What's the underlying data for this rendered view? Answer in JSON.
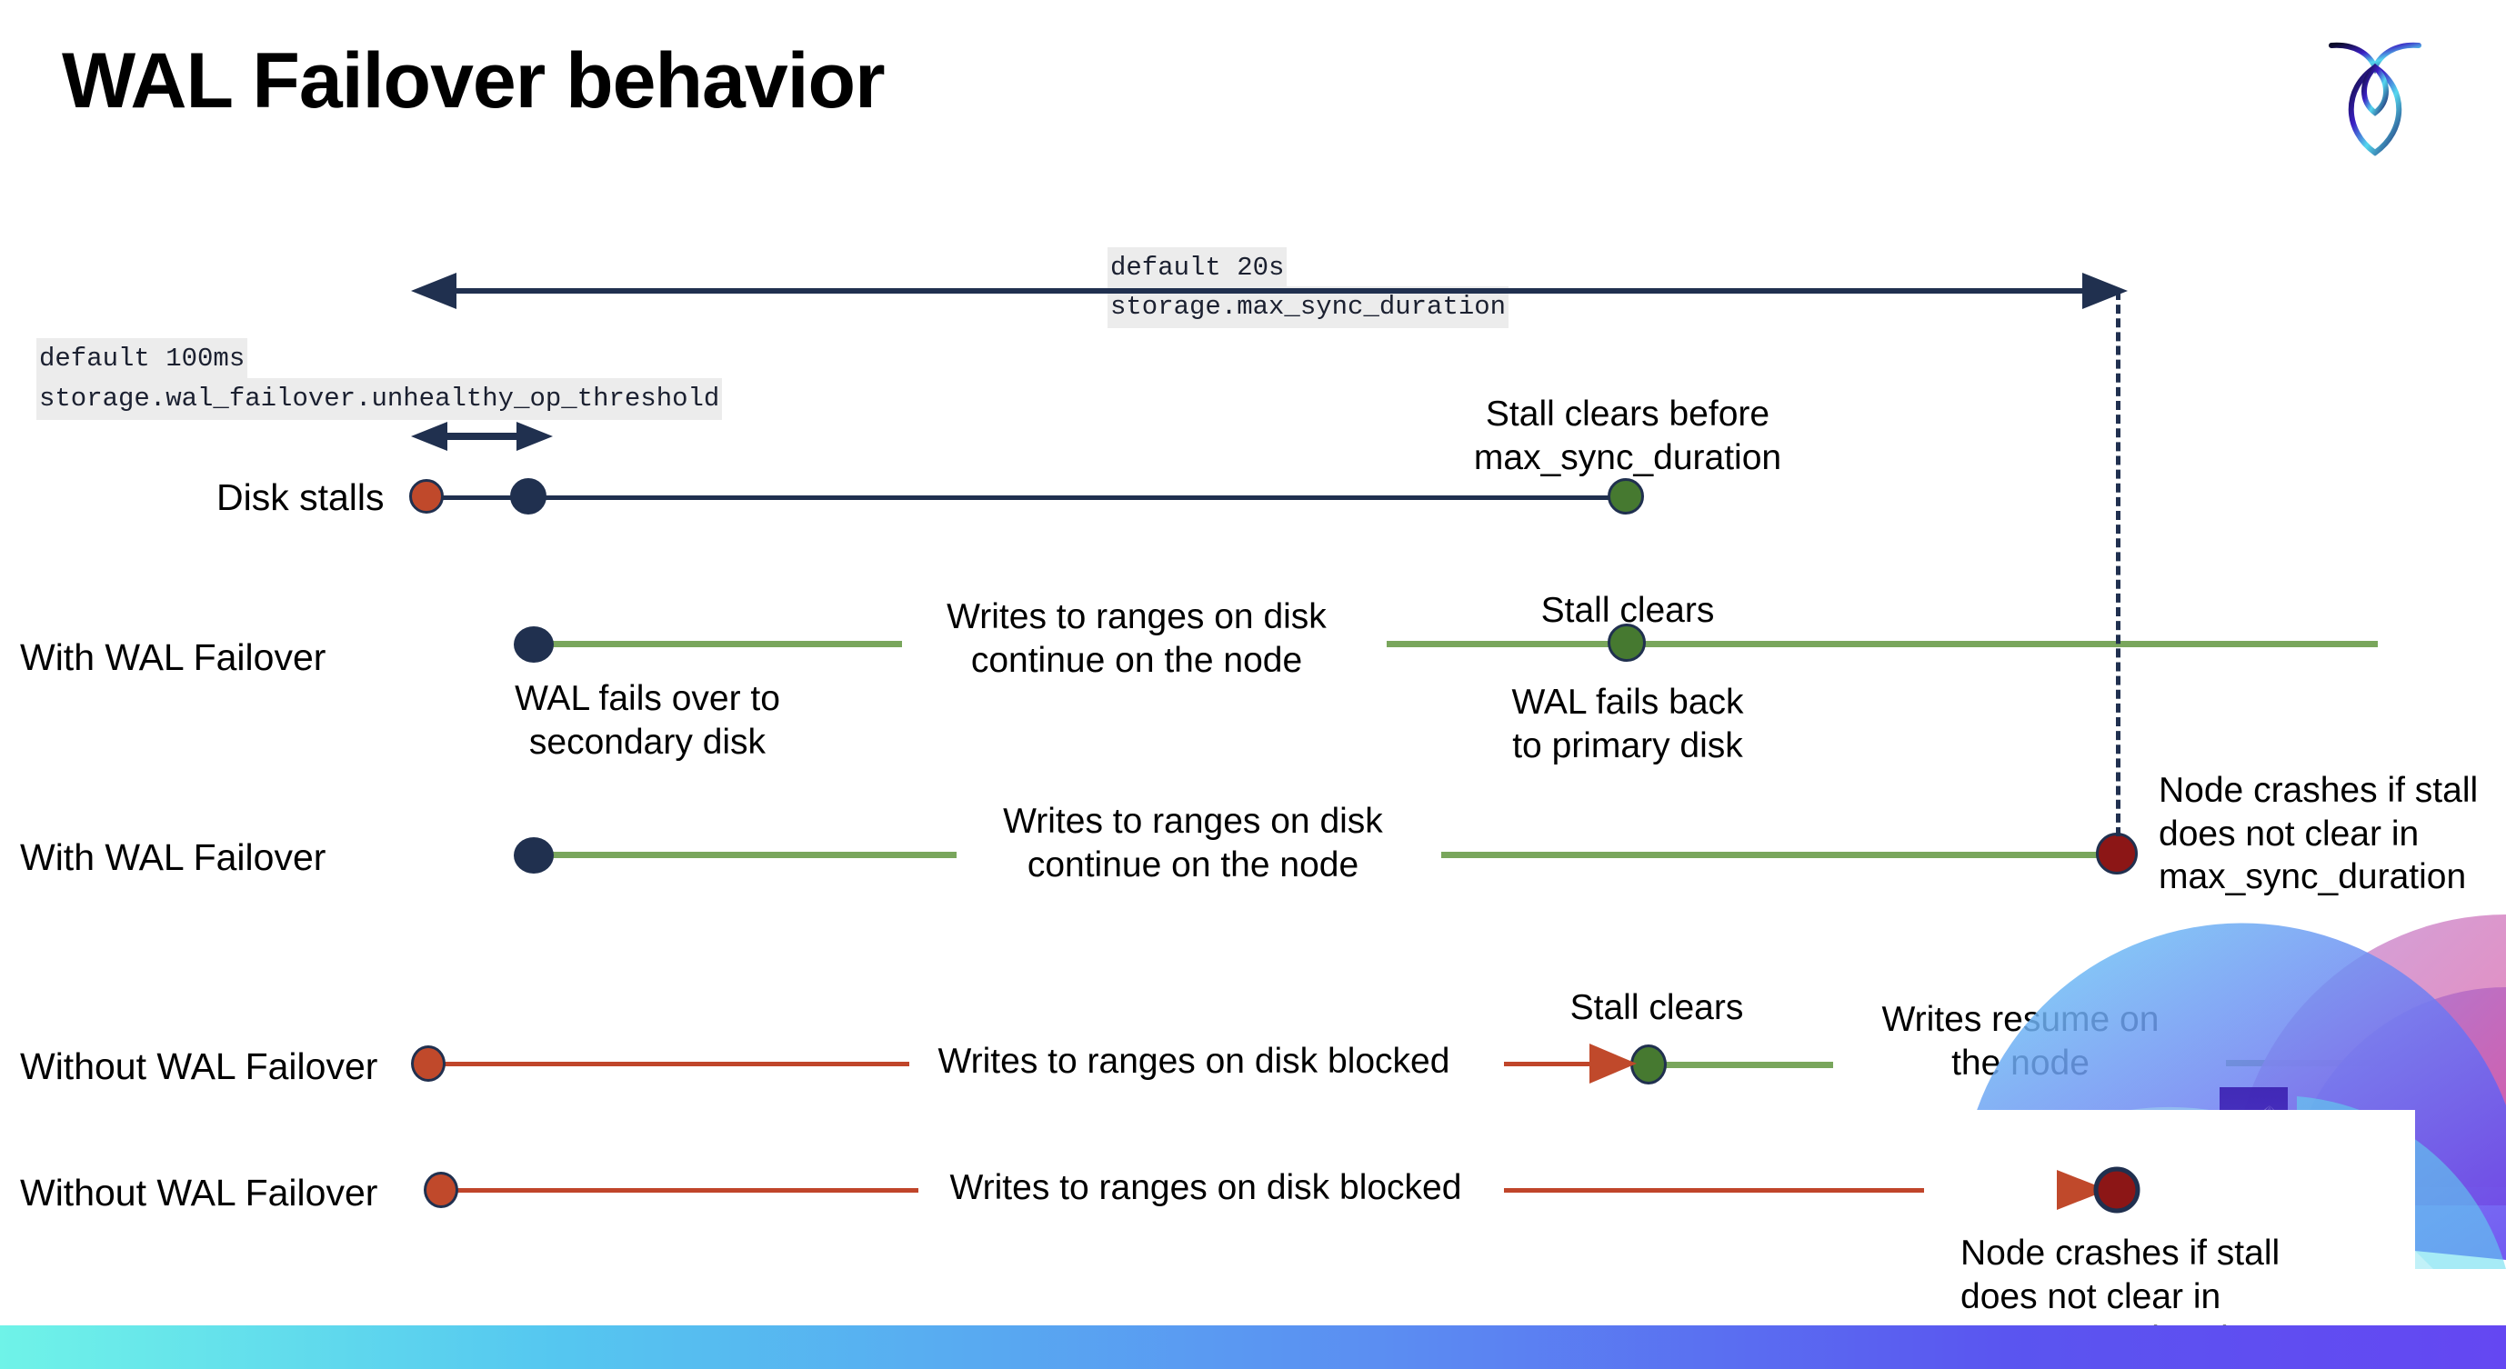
{
  "slide": {
    "title": "WAL Failover behavior",
    "logo_name": "cockroachdb-logo"
  },
  "annotations": {
    "max_sync_duration": {
      "default": "default 20s",
      "setting": "storage.max_sync_duration"
    },
    "unhealthy_op_threshold": {
      "default": "default 100ms",
      "setting": "storage.wal_failover.unhealthy_op_threshold"
    }
  },
  "rows": [
    {
      "label": "Disk stalls",
      "notes": [
        {
          "text": "Stall clears before\nmax_sync_duration"
        }
      ]
    },
    {
      "label": "With WAL Failover",
      "notes": [
        {
          "text": "Writes to ranges on disk\ncontinue on the node"
        },
        {
          "text": "WAL fails over to\nsecondary disk"
        },
        {
          "text": "Stall clears"
        },
        {
          "text": "WAL fails  back\nto primary disk"
        }
      ]
    },
    {
      "label": "With WAL Failover",
      "notes": [
        {
          "text": "Writes to ranges on disk\ncontinue on the node"
        },
        {
          "text": "Node crashes if stall\ndoes not clear in\nmax_sync_duration"
        }
      ]
    },
    {
      "label": "Without WAL Failover",
      "notes": [
        {
          "text": "Writes to ranges on disk  blocked"
        },
        {
          "text": "Stall clears"
        },
        {
          "text": "Writes resume on\nthe node"
        }
      ]
    },
    {
      "label": "Without WAL Failover",
      "notes": [
        {
          "text": "Writes to ranges on disk  blocked"
        },
        {
          "text": "Node crashes if stall\ndoes not clear in\nmax_sync_duration"
        }
      ]
    }
  ],
  "colors": {
    "navy": "#20304f",
    "orange": "#c0492b",
    "green_dot": "#467930",
    "green_line": "#79a65c",
    "dark_red": "#8c1616",
    "code_bg": "#ececec"
  }
}
